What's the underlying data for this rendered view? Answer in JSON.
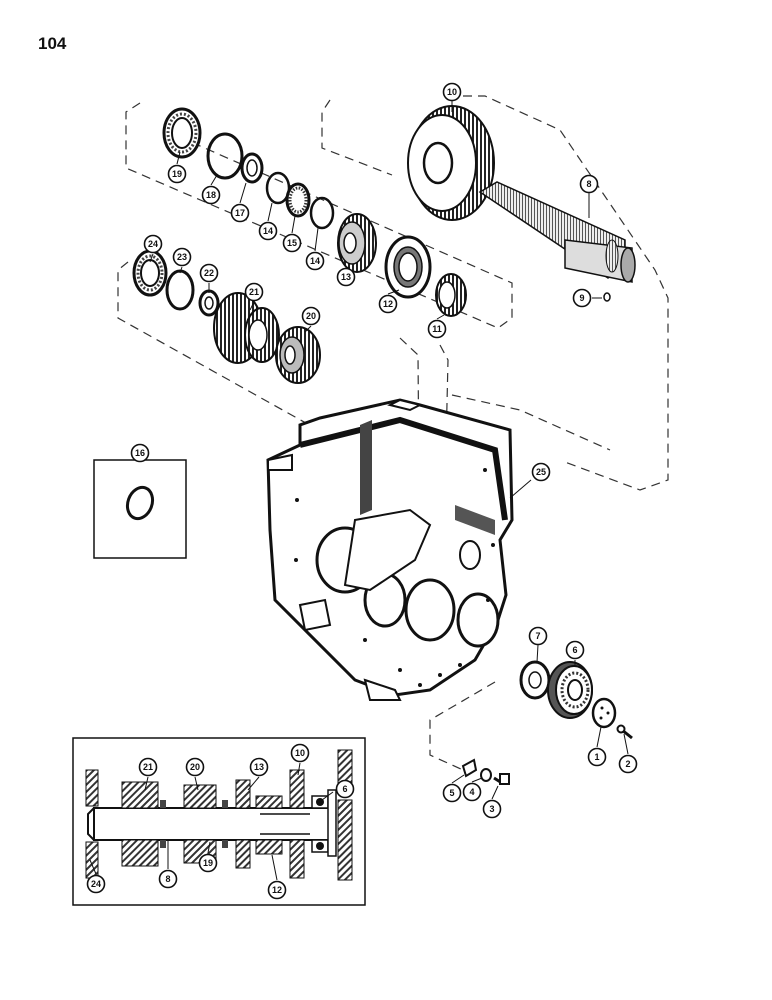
{
  "page_number": "104",
  "callouts": [
    {
      "id": "c1",
      "label": "1"
    },
    {
      "id": "c2",
      "label": "2"
    },
    {
      "id": "c3",
      "label": "3"
    },
    {
      "id": "c4",
      "label": "4"
    },
    {
      "id": "c5",
      "label": "5"
    },
    {
      "id": "c6",
      "label": "6"
    },
    {
      "id": "c7",
      "label": "7"
    },
    {
      "id": "c8",
      "label": "8"
    },
    {
      "id": "c9",
      "label": "9"
    },
    {
      "id": "c10",
      "label": "10"
    },
    {
      "id": "c11",
      "label": "11"
    },
    {
      "id": "c12",
      "label": "12"
    },
    {
      "id": "c13",
      "label": "13"
    },
    {
      "id": "c14a",
      "label": "14"
    },
    {
      "id": "c14b",
      "label": "14"
    },
    {
      "id": "c15",
      "label": "15"
    },
    {
      "id": "c16",
      "label": "16"
    },
    {
      "id": "c17",
      "label": "17"
    },
    {
      "id": "c18",
      "label": "18"
    },
    {
      "id": "c19",
      "label": "19"
    },
    {
      "id": "c20",
      "label": "20"
    },
    {
      "id": "c21",
      "label": "21"
    },
    {
      "id": "c22",
      "label": "22"
    },
    {
      "id": "c23",
      "label": "23"
    },
    {
      "id": "c24",
      "label": "24"
    },
    {
      "id": "c25",
      "label": "25"
    },
    {
      "id": "s21",
      "label": "21"
    },
    {
      "id": "s20",
      "label": "20"
    },
    {
      "id": "s13",
      "label": "13"
    },
    {
      "id": "s10",
      "label": "10"
    },
    {
      "id": "s6",
      "label": "6"
    },
    {
      "id": "s24",
      "label": "24"
    },
    {
      "id": "s8",
      "label": "8"
    },
    {
      "id": "s19",
      "label": "19"
    },
    {
      "id": "s12",
      "label": "12"
    }
  ]
}
